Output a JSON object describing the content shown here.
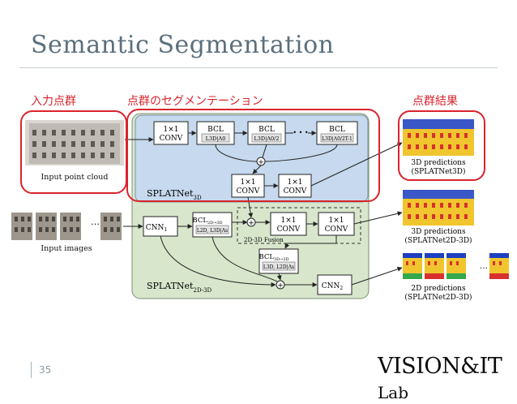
{
  "slide": {
    "title": "Semantic Segmentation",
    "labels": {
      "input_point_cloud": "入力点群",
      "splatnet": "点群のセグメンテーション",
      "results": "点群結果"
    },
    "page_number": "35",
    "logo": {
      "main": "VISION&IT",
      "lab": "Lab"
    }
  },
  "diagram": {
    "input_point_cloud_caption": "Input point cloud",
    "input_images_caption": "Input images",
    "conv_1x1": [
      "1×1",
      "CONV"
    ],
    "bcl1": {
      "name": "BCL",
      "sub": "L3D|Λ0"
    },
    "bcl2": {
      "name": "BCL",
      "sub": "L3D|Λ0/2"
    },
    "bcl3": {
      "name": "BCL",
      "sub": "L3D|Λ0/2T-1"
    },
    "ellipsis": "• • •",
    "splatnet3d": "SPLATNet",
    "splatnet3d_sub": "3D",
    "splatnet2d3d": "SPLATNet",
    "splatnet2d3d_sub": "2D-3D",
    "cnn1": "CNN",
    "cnn1_sub": "1",
    "cnn2": "CNN",
    "cnn2_sub": "2",
    "bcl_2d3d": {
      "name": "BCL",
      "name_sub": "2D→3D",
      "sub": "L2D, L3D|Λs"
    },
    "bcl_3d2d": {
      "name": "BCL",
      "name_sub": "3D→2D",
      "sub": "L3D, L2D|Λs"
    },
    "fusion": "2D-3D Fusion",
    "pred_3d_a": [
      "3D predictions",
      "(SPLATNet3D)"
    ],
    "pred_3d_b": [
      "3D predictions",
      "(SPLATNet2D-3D)"
    ],
    "pred_2d": [
      "2D predictions",
      "(SPLATNet2D-3D)"
    ],
    "plus": "+"
  },
  "colors": {
    "red": "#d9242c",
    "title": "#5c6f7c",
    "green_panel": "#d8e7cc",
    "blue_panel": "#c6d9ee"
  }
}
